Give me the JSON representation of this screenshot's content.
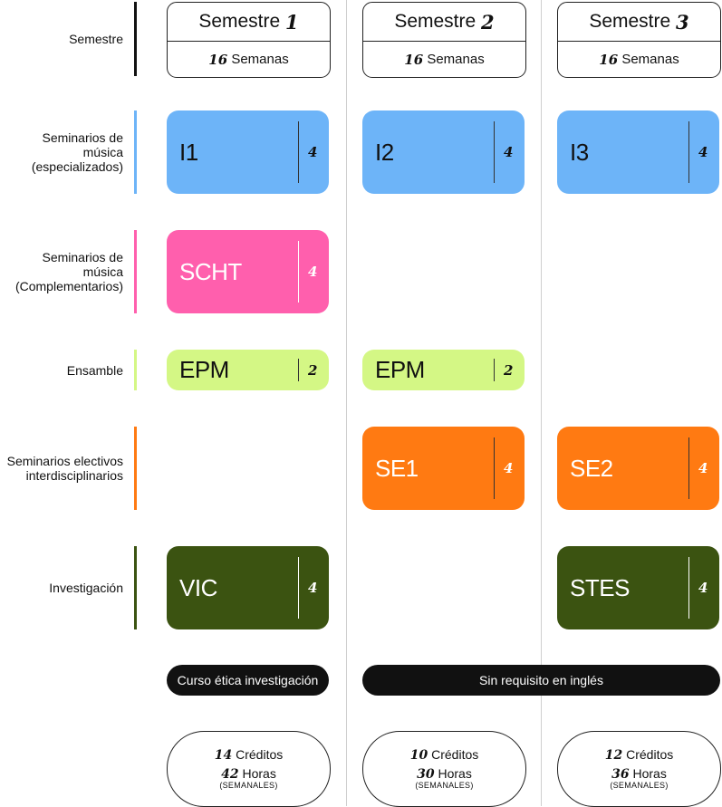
{
  "colors": {
    "especializados": "#6db4f8",
    "complementarios": "#ff5fad",
    "ensamble": "#d4f785",
    "electivos": "#ff7a12",
    "investigacion": "#3b5311"
  },
  "rows": {
    "semestre": "Semestre",
    "especializados": "Seminarios de música (especializados)",
    "complementarios": "Seminarios de música (Complementarios)",
    "ensamble": "Ensamble",
    "electivos": "Seminarios electivos interdisciplinarios",
    "investigacion": "Investigación"
  },
  "semesters": [
    {
      "label": "Semestre",
      "number": "1",
      "weeks": "16",
      "weeks_label": "Semanas"
    },
    {
      "label": "Semestre",
      "number": "2",
      "weeks": "16",
      "weeks_label": "Semanas"
    },
    {
      "label": "Semestre",
      "number": "3",
      "weeks": "16",
      "weeks_label": "Semanas"
    }
  ],
  "courses": {
    "i1": {
      "code": "I1",
      "credits": "4"
    },
    "i2": {
      "code": "I2",
      "credits": "4"
    },
    "i3": {
      "code": "I3",
      "credits": "4"
    },
    "scht": {
      "code": "SCHT",
      "credits": "4"
    },
    "epm1": {
      "code": "EPM",
      "credits": "2"
    },
    "epm2": {
      "code": "EPM",
      "credits": "2"
    },
    "se1": {
      "code": "SE1",
      "credits": "4"
    },
    "se2": {
      "code": "SE2",
      "credits": "4"
    },
    "vic": {
      "code": "VIC",
      "credits": "4"
    },
    "stes": {
      "code": "STES",
      "credits": "4"
    }
  },
  "notes": {
    "ethics": "Curso ética investigación",
    "english": "Sin requisito en inglés"
  },
  "totals": [
    {
      "credits": "14",
      "credits_label": "Créditos",
      "hours": "42",
      "hours_label": "Horas",
      "weekly": "(SEMANALES)"
    },
    {
      "credits": "10",
      "credits_label": "Créditos",
      "hours": "30",
      "hours_label": "Horas",
      "weekly": "(SEMANALES)"
    },
    {
      "credits": "12",
      "credits_label": "Créditos",
      "hours": "36",
      "hours_label": "Horas",
      "weekly": "(SEMANALES)"
    }
  ]
}
